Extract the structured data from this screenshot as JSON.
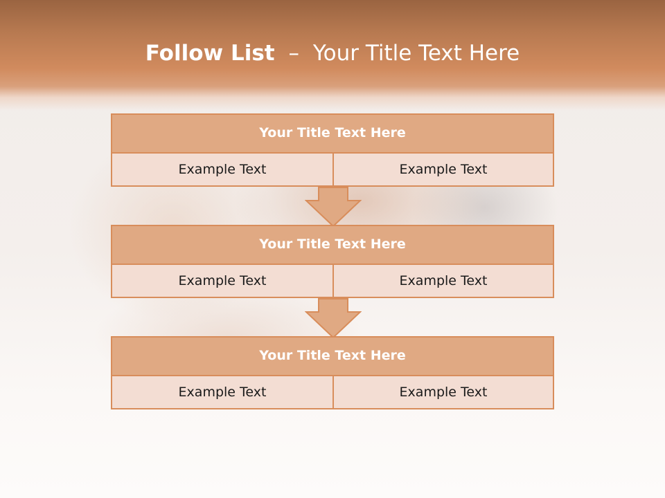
{
  "slide": {
    "title_bold": "Follow List",
    "title_sep": "–",
    "title_rest": "Your Title Text Here"
  },
  "colors": {
    "header": "#d18b5e",
    "block_title_fill": "#e0a983",
    "cell_fill": "#f3ddd3",
    "border": "#d88d5b"
  },
  "steps": [
    {
      "title": "Your Title Text Here",
      "left": "Example Text",
      "right": "Example Text"
    },
    {
      "title": "Your Title Text Here",
      "left": "Example Text",
      "right": "Example Text"
    },
    {
      "title": "Your Title Text Here",
      "left": "Example Text",
      "right": "Example Text"
    }
  ],
  "icons": {
    "connector": "down-arrow-icon"
  }
}
